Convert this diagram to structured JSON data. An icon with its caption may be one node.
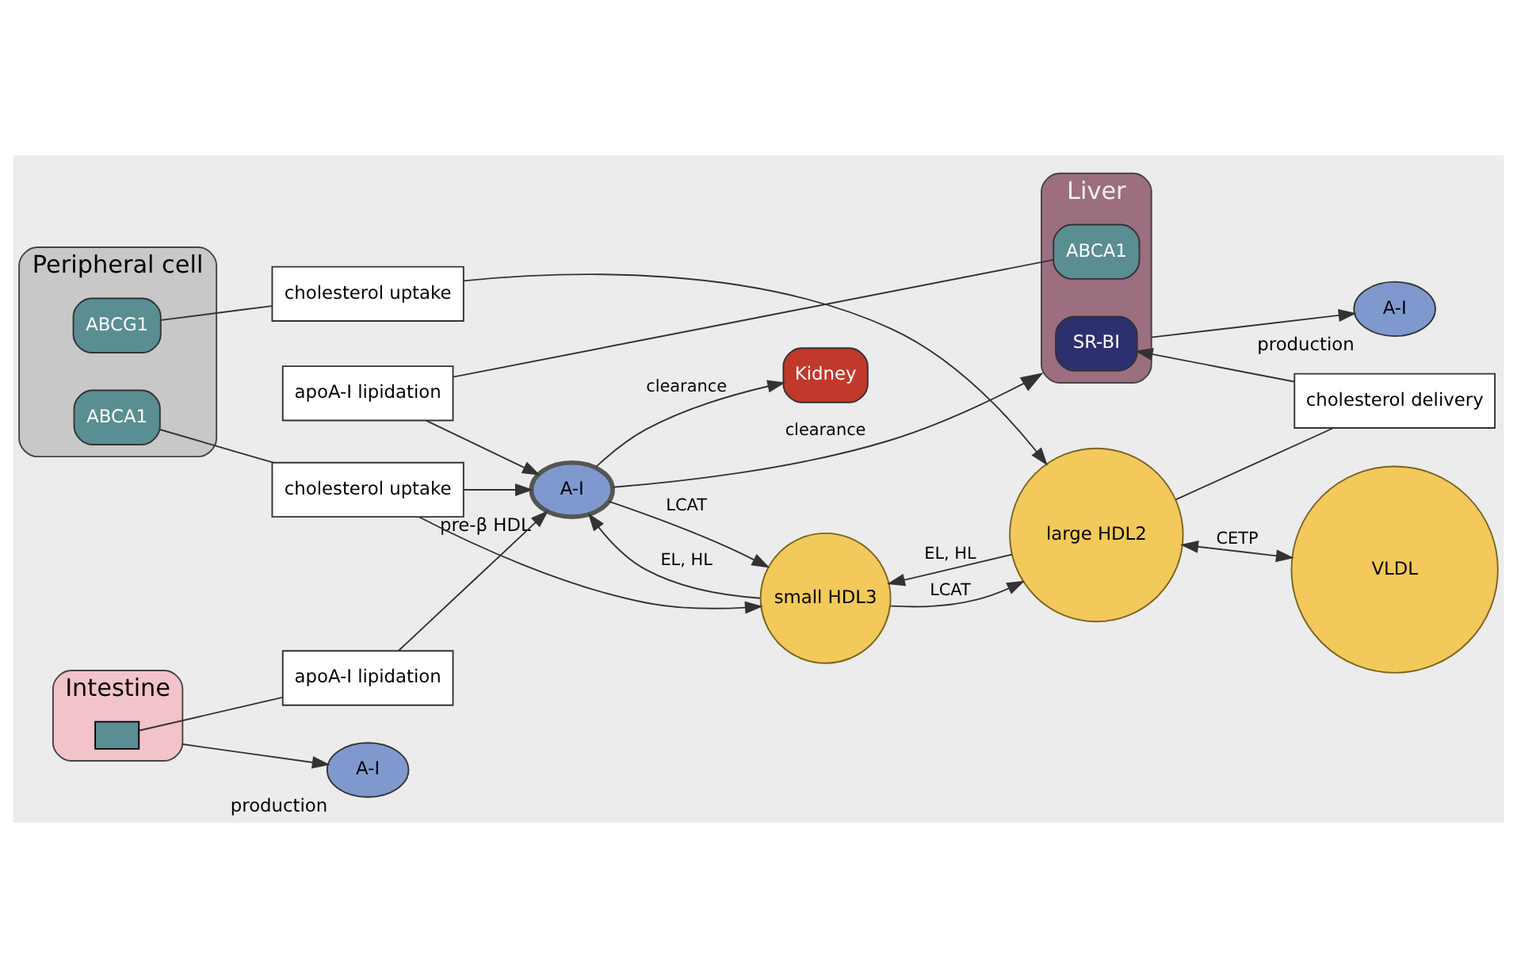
{
  "diagram": {
    "nodes": [
      {
        "text": [
          "Liver"
        ]
      },
      {
        "text": [
          "SR-BI"
        ],
        "in": 0
      },
      {
        "text": [
          "ABCA1"
        ],
        "in": 0
      },
      {
        "text": [
          "A-I"
        ],
        "beside": [
          "production"
        ]
      },
      {
        "text": [
          "cholesterol delivery"
        ]
      },
      {
        "text": [
          "large HDL2"
        ]
      },
      {
        "text": [
          "VLDL"
        ]
      },
      {
        "text": [
          "apoA-I lipidation"
        ]
      },
      {
        "text": [
          "small HDL3"
        ]
      },
      {
        "text": [
          "A-I"
        ],
        "beside": [
          "pre-β HDL"
        ]
      },
      {
        "text": [
          "cholesterol uptake"
        ]
      },
      {
        "text": [
          "Peripheral cell"
        ]
      },
      {
        "text": [
          "ABCG1"
        ],
        "in": 11
      },
      {
        "text": [
          "ABCA1"
        ],
        "in": 11
      },
      {
        "text": [
          "cholesterol uptake"
        ]
      },
      {
        "text": [
          "Kidney"
        ]
      },
      {
        "text": [
          "apoA-I lipidation"
        ]
      },
      {
        "text": [
          "Intestine"
        ]
      },
      {
        "text": [
          "A-I"
        ],
        "beside": [
          "production"
        ]
      },
      {
        "text": [],
        "shape": "box",
        "in": 17
      }
    ],
    "edges": [
      {
        "from": 0,
        "to": 3,
        "arrow": "to"
      },
      {
        "from": 4,
        "to": 1,
        "arrow": "to"
      },
      {
        "from": 5,
        "to": 4,
        "arrow": "none"
      },
      {
        "from": 5,
        "to": 6,
        "arrow": "both",
        "label": "CETP"
      },
      {
        "from": 2,
        "to": 7,
        "arrow": "none"
      },
      {
        "from": 7,
        "to": 9,
        "arrow": "to"
      },
      {
        "from": 9,
        "to": 8,
        "arrow": "to",
        "label": "LCAT"
      },
      {
        "from": 8,
        "to": 9,
        "arrow": "to",
        "label": "EL, HL"
      },
      {
        "from": 8,
        "to": 5,
        "arrow": "to",
        "label": "LCAT"
      },
      {
        "from": 5,
        "to": 8,
        "arrow": "to",
        "label": "EL, HL"
      },
      {
        "from": 9,
        "to": 0,
        "arrow": "to",
        "label": "clearance"
      },
      {
        "from": 9,
        "to": 15,
        "arrow": "to",
        "label": "clearance"
      },
      {
        "from": 12,
        "to": 10,
        "arrow": "none"
      },
      {
        "from": 10,
        "to": 5,
        "arrow": "to"
      },
      {
        "from": 13,
        "to": 14,
        "arrow": "none"
      },
      {
        "from": 14,
        "to": 9,
        "arrow": "to"
      },
      {
        "from": 14,
        "to": 8,
        "arrow": "to"
      },
      {
        "from": 19,
        "to": 16,
        "arrow": "none"
      },
      {
        "from": 16,
        "to": 9,
        "arrow": "to"
      },
      {
        "from": 17,
        "to": 18,
        "arrow": "to"
      }
    ]
  }
}
